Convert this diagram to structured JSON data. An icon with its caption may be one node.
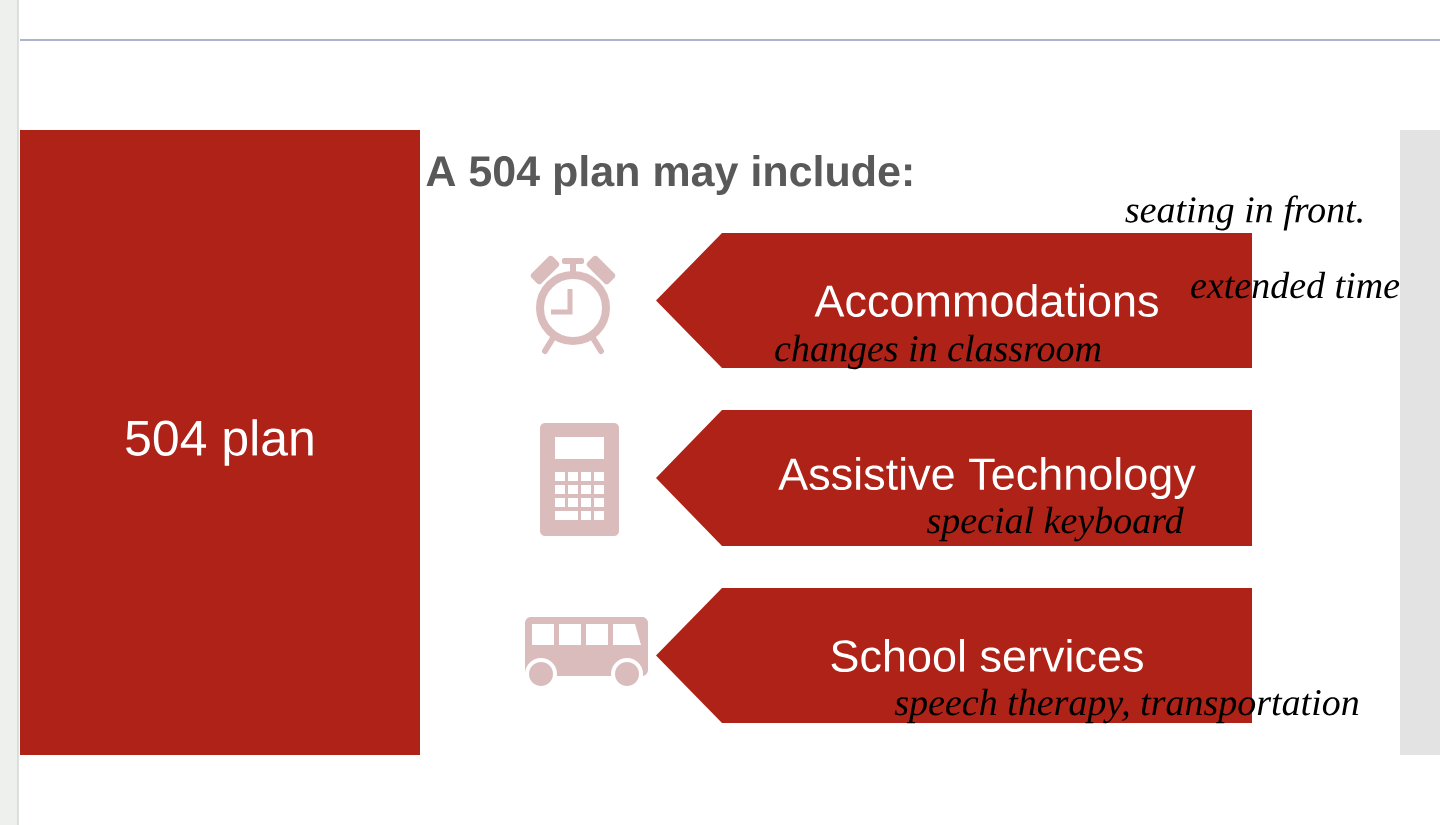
{
  "diagram": {
    "title": "A 504 plan may include:",
    "nodes": [
      {
        "text": [
          "504 plan"
        ]
      },
      {
        "text": [
          "Accommodations"
        ]
      },
      {
        "text": [
          "Assistive Technology"
        ]
      },
      {
        "text": [
          "School services"
        ]
      }
    ],
    "labels": [
      "seating in front.",
      "extended time",
      "changes in classroom",
      "special keyboard",
      "speech therapy, transportation"
    ]
  }
}
